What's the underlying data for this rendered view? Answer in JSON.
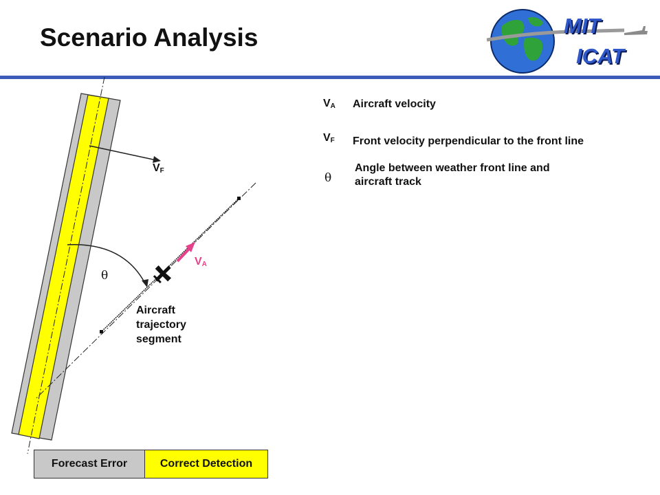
{
  "title": "Scenario Analysis",
  "logo": {
    "line1": "MIT",
    "line2": "ICAT"
  },
  "diagram": {
    "vf_label": {
      "main": "V",
      "sub": "F"
    },
    "va_label": {
      "main": "V",
      "sub": "A"
    },
    "theta_symbol": "θ",
    "trajectory_label": [
      "Aircraft",
      "trajectory",
      "segment"
    ]
  },
  "definitions": [
    {
      "symbol": "V",
      "sub": "A",
      "text": "Aircraft velocity"
    },
    {
      "symbol": "V",
      "sub": "F",
      "text": "Front velocity perpendicular to the front line"
    },
    {
      "symbol": "θ",
      "sub": "",
      "text": "Angle between weather front line and aircraft track"
    }
  ],
  "legend": {
    "grey": "Forecast Error",
    "yellow": "Correct Detection"
  },
  "colors": {
    "accent_rule": "#3a5bb8",
    "front_yellow": "#ffff00",
    "front_grey": "#c8c8c8",
    "velocity_arrow": "#e8418c",
    "logo_blue": "#3158c9"
  }
}
